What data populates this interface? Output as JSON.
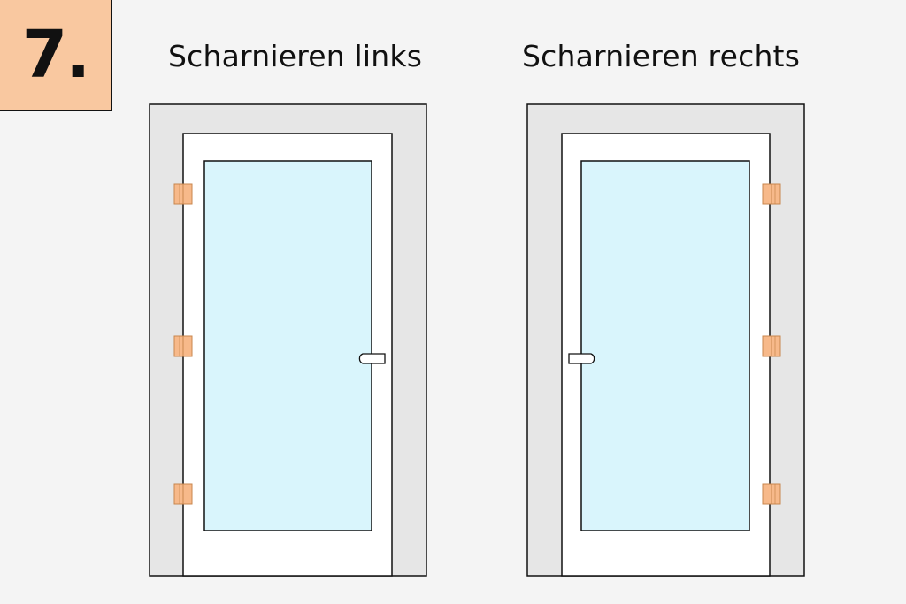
{
  "step_number": "7.",
  "doors": [
    {
      "label": "Scharnieren links",
      "hinge_side": "left",
      "handle_side": "right",
      "hinge_count": 3
    },
    {
      "label": "Scharnieren rechts",
      "hinge_side": "right",
      "handle_side": "left",
      "hinge_count": 3
    }
  ],
  "colors": {
    "background": "#f4f4f4",
    "badge": "#f9c8a0",
    "wall_frame": "#e6e6e6",
    "door_leaf": "#ffffff",
    "glass": "#d9f5fc",
    "hinge": "#f7b98a",
    "outline": "#111111"
  }
}
